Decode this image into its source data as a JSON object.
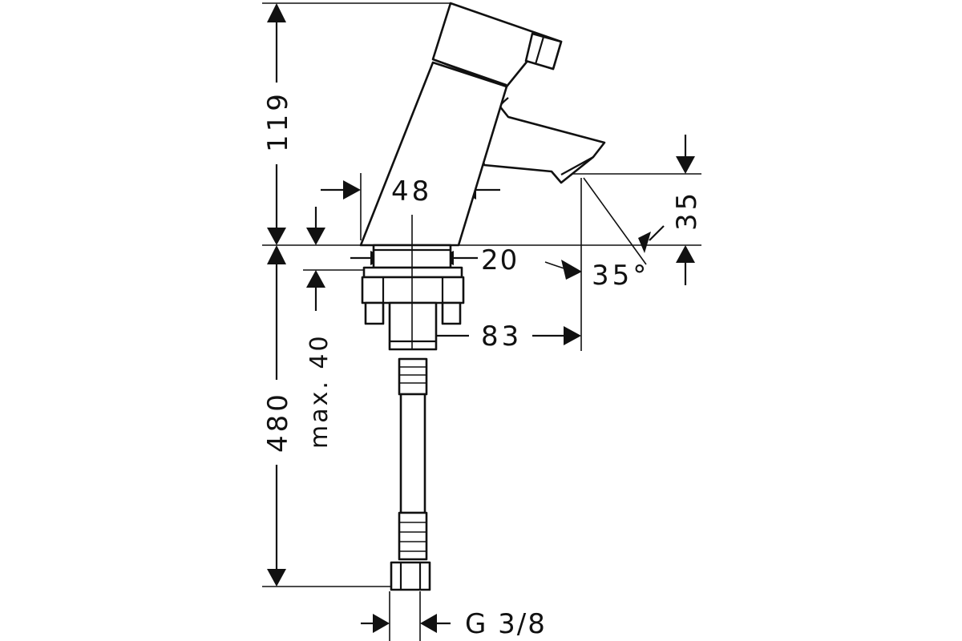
{
  "dimensions": {
    "height_top": "119",
    "height_total": "480",
    "body_width": "48",
    "spout_height": "35",
    "nut_height": "20",
    "spout_angle": "35°",
    "spout_reach": "83",
    "max_thickness": "max. 40",
    "thread": "G 3/8"
  },
  "colors": {
    "line": "#111111",
    "background": "#ffffff"
  }
}
